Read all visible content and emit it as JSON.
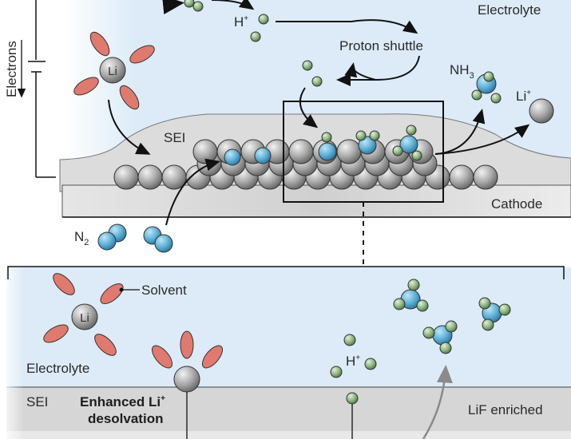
{
  "top_panel": {
    "electrolyte_label": "Electrolyte",
    "electrons_label": "Electrons",
    "proton_shuttle_label": "Proton shuttle",
    "h_plus_label": "H",
    "h_plus_sup": "+",
    "sei_label": "SEI",
    "cathode_label": "Cathode",
    "nh3_label": "NH",
    "nh3_sub": "3",
    "li_plus_label": "Li",
    "li_plus_sup": "+",
    "n2_label": "N",
    "n2_sub": "2",
    "li_atom_label": "Li"
  },
  "bottom_panel": {
    "solvent_label": "Solvent",
    "electrolyte_label": "Electrolyte",
    "li_atom_label": "Li",
    "sei_label": "SEI",
    "desolvation_line1": "Enhanced Li",
    "desolvation_sup": "+",
    "desolvation_line2": "desolvation",
    "h_plus_label": "H",
    "h_plus_sup": "+",
    "lif_label": "LiF enriched"
  },
  "colors": {
    "electrolyte_bg": "#dcebf7",
    "sei_gray": "#d9d9d9",
    "solvent_red": "#e07a6e",
    "nitrogen_blue": "#5fb0d6",
    "hydrogen_green": "#8fb784",
    "lithium_gray": "#9a9a9a"
  }
}
